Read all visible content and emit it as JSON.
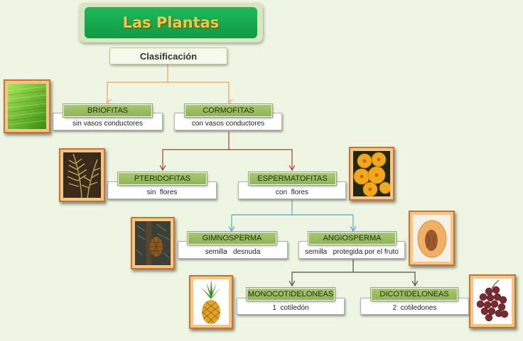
{
  "title": "Las Plantas",
  "root": "Clasificación",
  "nodes": {
    "briofitas": {
      "label": "BRIOFITAS",
      "desc": "sin vasos conductores"
    },
    "cormofitas": {
      "label": "CORMOFITAS",
      "desc": "con vasos conductores"
    },
    "pteridofitas": {
      "label": "PTERIDOFITAS",
      "desc": "sin  flores"
    },
    "espermatofitas": {
      "label": "ESPERMATOFITAS",
      "desc": "con  flores"
    },
    "gimnosperma": {
      "label": "GIMNOSPERMA",
      "desc": "semilla   desnuda"
    },
    "angiosperma": {
      "label": "ANGIOSPERMA",
      "desc": "semilla   protegida por el fruto"
    },
    "monocotiledoneas": {
      "label": "MONOCOTIDELONEAS",
      "desc": "1  cotiledón"
    },
    "dicotiledoneas": {
      "label": "DICOTIDELONEAS",
      "desc": "2  cotiledones"
    }
  },
  "photos": [
    "moss-photo",
    "fern-photo",
    "yellow-flower-photo",
    "pine-cone-photo",
    "peach-seed-photo",
    "pineapple-photo",
    "grapes-photo"
  ],
  "colors": {
    "title_bg": "#12a84d",
    "title_text": "#f2c54c",
    "label_bg": "#9dbf63",
    "connector_orange": "#f0a060",
    "connector_red": "#a04030",
    "connector_blue": "#58a8c0",
    "connector_gray": "#505050"
  }
}
